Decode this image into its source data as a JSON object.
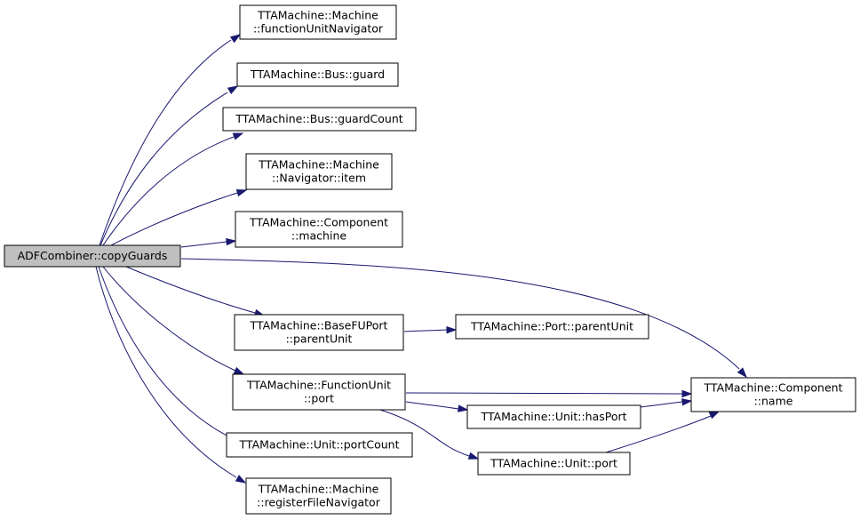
{
  "colors": {
    "edge": "#191970",
    "root_fill": "#bfbfbf",
    "node_fill": "#ffffff",
    "border": "#000000"
  },
  "nodes": [
    {
      "id": "root",
      "lines": [
        "ADFCombiner::copyGuards"
      ]
    },
    {
      "id": "fuNav",
      "lines": [
        "TTAMachine::Machine",
        "::functionUnitNavigator"
      ]
    },
    {
      "id": "busGuard",
      "lines": [
        "TTAMachine::Bus::guard"
      ]
    },
    {
      "id": "busGuardCount",
      "lines": [
        "TTAMachine::Bus::guardCount"
      ]
    },
    {
      "id": "navItem",
      "lines": [
        "TTAMachine::Machine",
        "::Navigator::item"
      ]
    },
    {
      "id": "compMachine",
      "lines": [
        "TTAMachine::Component",
        "::machine"
      ]
    },
    {
      "id": "baseFUParent",
      "lines": [
        "TTAMachine::BaseFUPort",
        "::parentUnit"
      ]
    },
    {
      "id": "portParent",
      "lines": [
        "TTAMachine::Port::parentUnit"
      ]
    },
    {
      "id": "fuPort",
      "lines": [
        "TTAMachine::FunctionUnit",
        "::port"
      ]
    },
    {
      "id": "compName",
      "lines": [
        "TTAMachine::Component",
        "::name"
      ]
    },
    {
      "id": "unitHasPort",
      "lines": [
        "TTAMachine::Unit::hasPort"
      ]
    },
    {
      "id": "unitPortCount",
      "lines": [
        "TTAMachine::Unit::portCount"
      ]
    },
    {
      "id": "unitPort",
      "lines": [
        "TTAMachine::Unit::port"
      ]
    },
    {
      "id": "rfNav",
      "lines": [
        "TTAMachine::Machine",
        "::registerFileNavigator"
      ]
    }
  ],
  "edges": [
    {
      "from": "ADFCombiner::copyGuards",
      "to": "TTAMachine::Machine::functionUnitNavigator"
    },
    {
      "from": "ADFCombiner::copyGuards",
      "to": "TTAMachine::Bus::guard"
    },
    {
      "from": "ADFCombiner::copyGuards",
      "to": "TTAMachine::Bus::guardCount"
    },
    {
      "from": "ADFCombiner::copyGuards",
      "to": "TTAMachine::Machine::Navigator::item"
    },
    {
      "from": "ADFCombiner::copyGuards",
      "to": "TTAMachine::Component::machine"
    },
    {
      "from": "ADFCombiner::copyGuards",
      "to": "TTAMachine::Component::name"
    },
    {
      "from": "ADFCombiner::copyGuards",
      "to": "TTAMachine::BaseFUPort::parentUnit"
    },
    {
      "from": "ADFCombiner::copyGuards",
      "to": "TTAMachine::FunctionUnit::port"
    },
    {
      "from": "ADFCombiner::copyGuards",
      "to": "TTAMachine::Unit::portCount"
    },
    {
      "from": "ADFCombiner::copyGuards",
      "to": "TTAMachine::Machine::registerFileNavigator"
    },
    {
      "from": "TTAMachine::BaseFUPort::parentUnit",
      "to": "TTAMachine::Port::parentUnit"
    },
    {
      "from": "TTAMachine::FunctionUnit::port",
      "to": "TTAMachine::Component::name"
    },
    {
      "from": "TTAMachine::FunctionUnit::port",
      "to": "TTAMachine::Unit::hasPort"
    },
    {
      "from": "TTAMachine::FunctionUnit::port",
      "to": "TTAMachine::Unit::port"
    },
    {
      "from": "TTAMachine::Unit::hasPort",
      "to": "TTAMachine::Component::name"
    },
    {
      "from": "TTAMachine::Unit::port",
      "to": "TTAMachine::Component::name"
    }
  ]
}
